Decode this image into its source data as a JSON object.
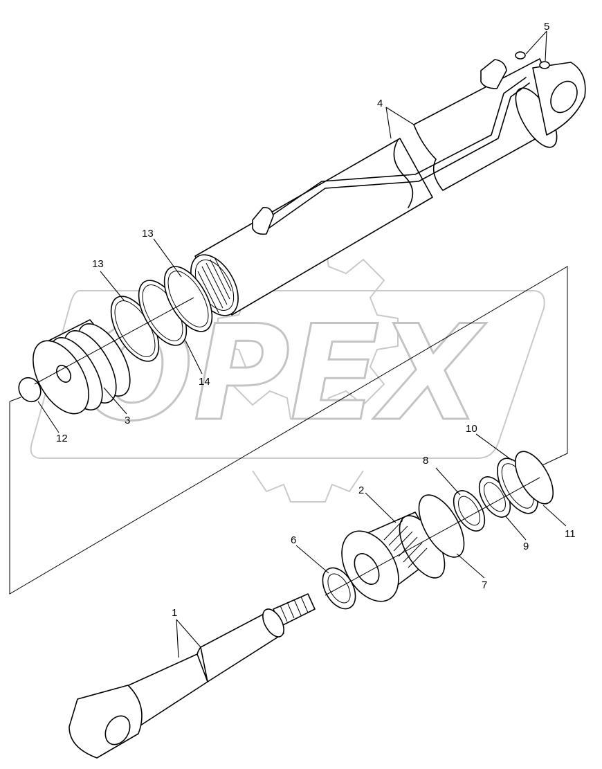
{
  "watermark": {
    "text": "OPEX"
  },
  "callouts": {
    "c1": "1",
    "c2": "2",
    "c3": "3",
    "c4": "4",
    "c5": "5",
    "c6": "6",
    "c7": "7",
    "c8": "8",
    "c9": "9",
    "c10": "10",
    "c11": "11",
    "c12": "12",
    "c13a": "13",
    "c13b": "13",
    "c14": "14"
  },
  "colors": {
    "line": "#000000",
    "watermark": "#c4c4c4",
    "background": "#ffffff"
  }
}
